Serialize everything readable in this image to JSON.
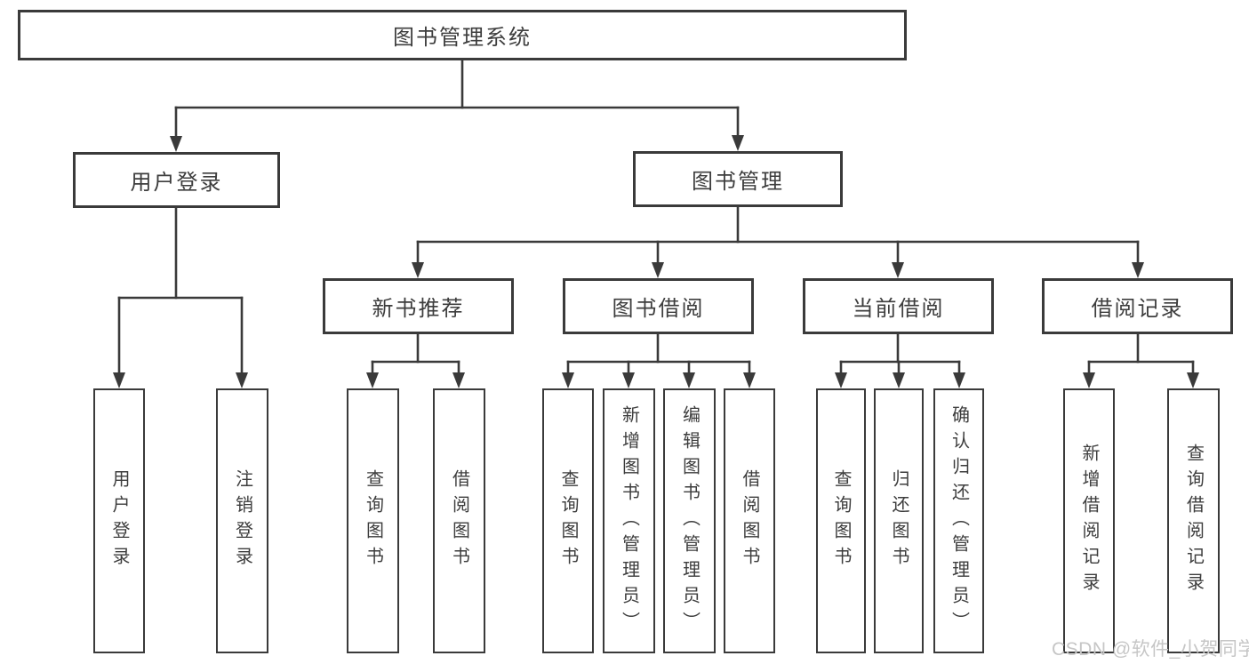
{
  "nodes": {
    "root": {
      "label": "图书管理系统"
    },
    "user_login": {
      "label": "用户登录"
    },
    "book_management": {
      "label": "图书管理"
    },
    "new_book_recommend": {
      "label": "新书推荐"
    },
    "book_borrow": {
      "label": "图书借阅"
    },
    "current_borrow": {
      "label": "当前借阅"
    },
    "borrow_records": {
      "label": "借阅记录"
    },
    "leaves": {
      "user_login": {
        "label": "用户登录"
      },
      "logout": {
        "label": "注销登录"
      },
      "rec_query": {
        "label": "查询图书"
      },
      "rec_borrow": {
        "label": "借阅图书"
      },
      "bb_query": {
        "label": "查询图书"
      },
      "bb_add": {
        "label": "新增图书（管理员）"
      },
      "bb_edit": {
        "label": "编辑图书（管理员）"
      },
      "bb_borrow": {
        "label": "借阅图书"
      },
      "cb_query": {
        "label": "查询图书"
      },
      "cb_return": {
        "label": "归还图书"
      },
      "cb_confirm": {
        "label": "确认归还（管理员）"
      },
      "br_add": {
        "label": "新增借阅记录"
      },
      "br_query": {
        "label": "查询借阅记录"
      }
    }
  },
  "edges": [
    {
      "from": "root",
      "to": "user_login"
    },
    {
      "from": "root",
      "to": "book_management"
    },
    {
      "from": "user_login",
      "to": "leaves.user_login"
    },
    {
      "from": "user_login",
      "to": "leaves.logout"
    },
    {
      "from": "book_management",
      "to": "new_book_recommend"
    },
    {
      "from": "book_management",
      "to": "book_borrow"
    },
    {
      "from": "book_management",
      "to": "current_borrow"
    },
    {
      "from": "book_management",
      "to": "borrow_records"
    },
    {
      "from": "new_book_recommend",
      "to": "leaves.rec_query"
    },
    {
      "from": "new_book_recommend",
      "to": "leaves.rec_borrow"
    },
    {
      "from": "book_borrow",
      "to": "leaves.bb_query"
    },
    {
      "from": "book_borrow",
      "to": "leaves.bb_add"
    },
    {
      "from": "book_borrow",
      "to": "leaves.bb_edit"
    },
    {
      "from": "book_borrow",
      "to": "leaves.bb_borrow"
    },
    {
      "from": "current_borrow",
      "to": "leaves.cb_query"
    },
    {
      "from": "current_borrow",
      "to": "leaves.cb_return"
    },
    {
      "from": "current_borrow",
      "to": "leaves.cb_confirm"
    },
    {
      "from": "borrow_records",
      "to": "leaves.br_add"
    },
    {
      "from": "borrow_records",
      "to": "leaves.br_query"
    }
  ],
  "watermark": {
    "text": "CSDN @软件_小贺同学"
  },
  "colors": {
    "line": "#3a3a3a",
    "text": "#3d3d3d",
    "watermark": "#c6c6c6",
    "background": "#ffffff"
  }
}
